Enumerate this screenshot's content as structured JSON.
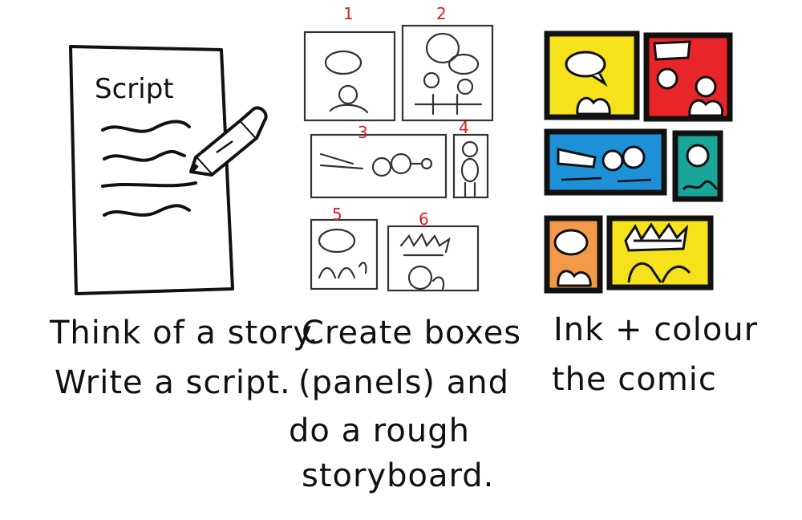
{
  "steps": [
    {
      "illustration": {
        "title": "Script"
      },
      "caption_lines": [
        "Think of a story.",
        "Write a script."
      ]
    },
    {
      "panel_numbers": [
        "1",
        "2",
        "3",
        "4",
        "5",
        "6"
      ],
      "caption_lines": [
        "Create boxes",
        "(panels) and",
        "do a rough",
        "storyboard."
      ]
    },
    {
      "panel_colors": [
        "#f5e21b",
        "#e8262a",
        "#1e90d8",
        "#1aa59a",
        "#f29a4a",
        "#f5e21b"
      ],
      "caption_lines": [
        "Ink + colour",
        "the comic"
      ]
    }
  ]
}
